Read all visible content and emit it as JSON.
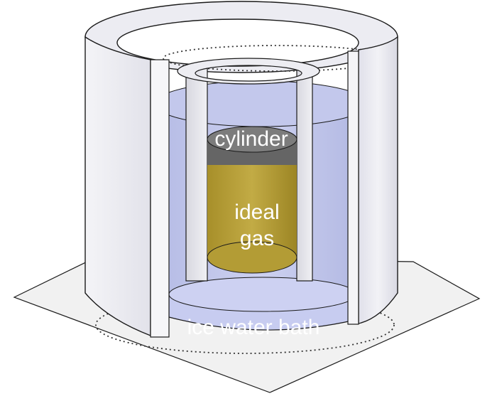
{
  "labels": {
    "cylinder": "cylinder",
    "gas_line1": "ideal",
    "gas_line2": "gas",
    "bath": "ice water bath"
  },
  "colors": {
    "base_plate": "#f1f1f1",
    "outer_wall": "#ededf4",
    "water": "#c3c8ec",
    "gas": "#b9a23a",
    "piston": "#6a6a6a",
    "outline": "#1a1a1a",
    "label_text": "#ffffff"
  }
}
